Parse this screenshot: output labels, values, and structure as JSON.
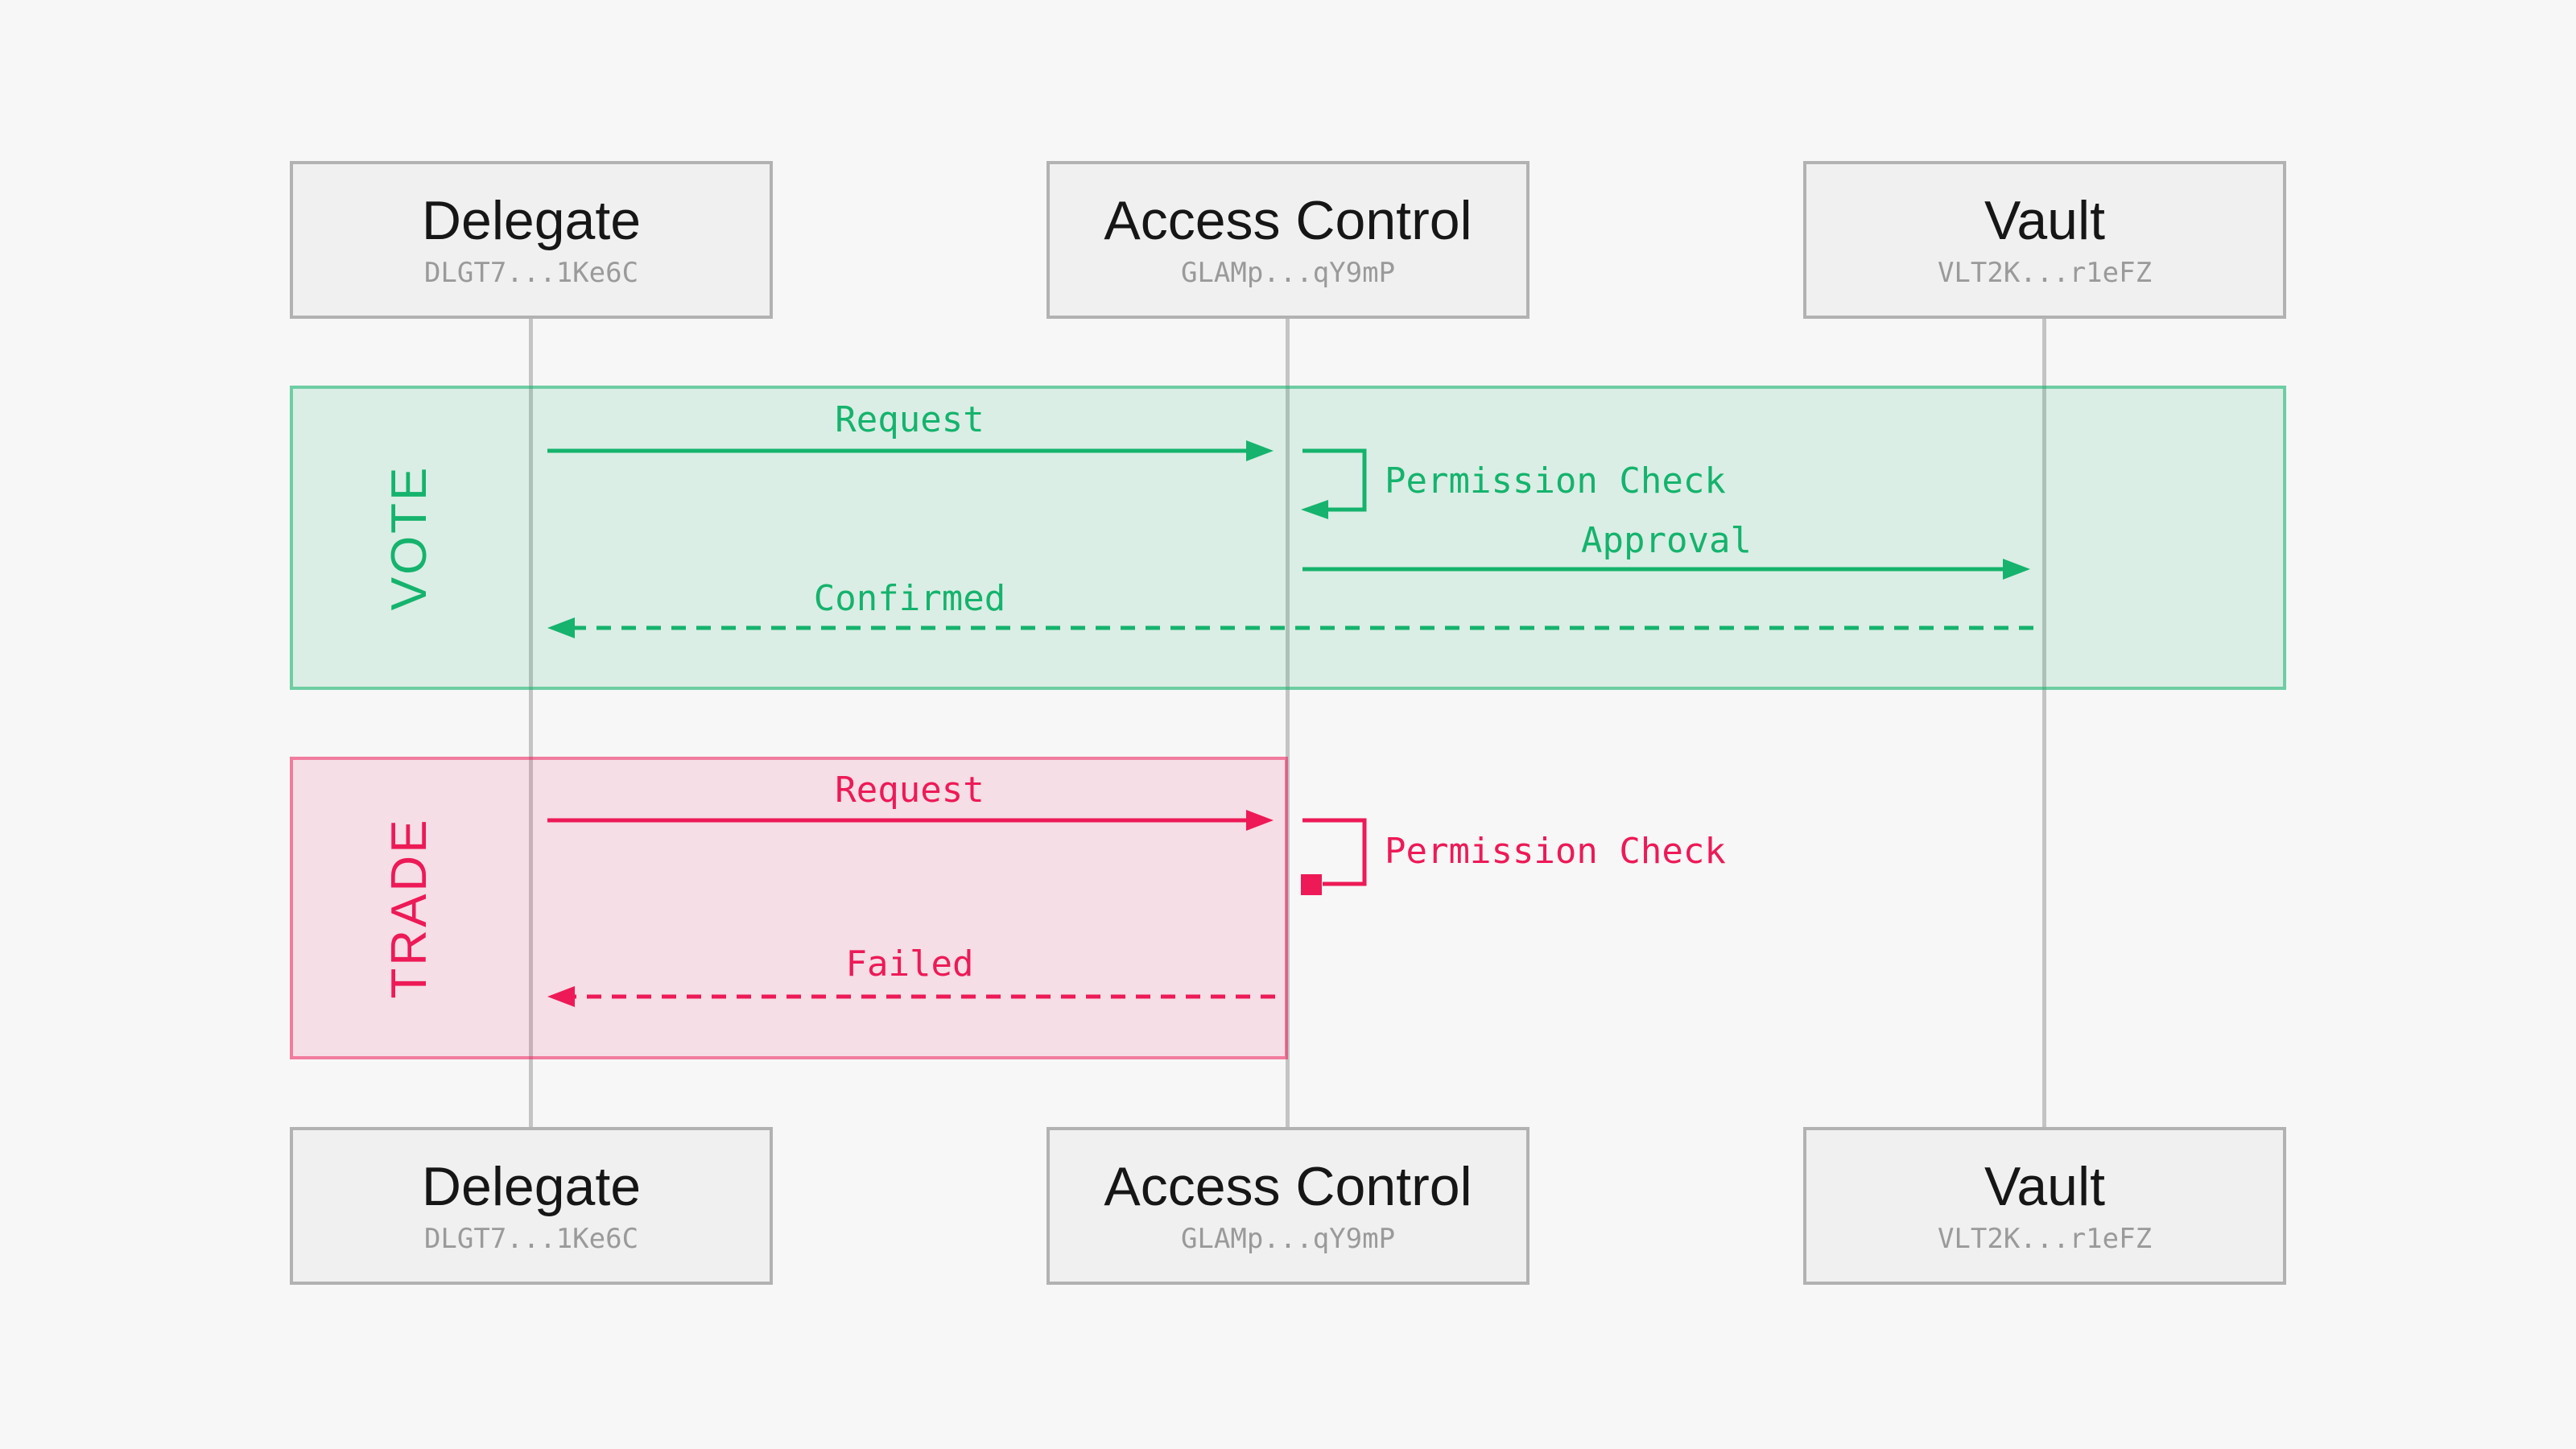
{
  "colors": {
    "green": "#15b36d",
    "pink": "#ed1a57",
    "background": "#f7f7f7",
    "box_fill": "#f0f0f0",
    "box_border": "#b2b2b2",
    "lifeline": "#c4c4c4",
    "actor_title": "#161616",
    "actor_address": "#9a9a9a"
  },
  "actors": [
    {
      "name": "Delegate",
      "address": "DLGT7...1Ke6C"
    },
    {
      "name": "Access Control",
      "address": "GLAMp...qY9mP"
    },
    {
      "name": "Vault",
      "address": "VLT2K...r1eFZ"
    }
  ],
  "sections": [
    {
      "label": "VOTE",
      "color": "green",
      "messages": [
        {
          "label": "Request",
          "from": "Delegate",
          "to": "Access Control",
          "style": "solid-arrow"
        },
        {
          "label": "Permission Check",
          "from": "Access Control",
          "to": "Access Control",
          "style": "self-loop-arrow"
        },
        {
          "label": "Approval",
          "from": "Access Control",
          "to": "Vault",
          "style": "solid-arrow"
        },
        {
          "label": "Confirmed",
          "from": "Vault",
          "to": "Delegate",
          "style": "dashed-arrow"
        }
      ]
    },
    {
      "label": "TRADE",
      "color": "pink",
      "messages": [
        {
          "label": "Request",
          "from": "Delegate",
          "to": "Access Control",
          "style": "solid-arrow"
        },
        {
          "label": "Permission Check",
          "from": "Access Control",
          "to": "Access Control",
          "style": "self-loop-blocked"
        },
        {
          "label": "Failed",
          "from": "Access Control",
          "to": "Delegate",
          "style": "dashed-arrow"
        }
      ]
    }
  ]
}
